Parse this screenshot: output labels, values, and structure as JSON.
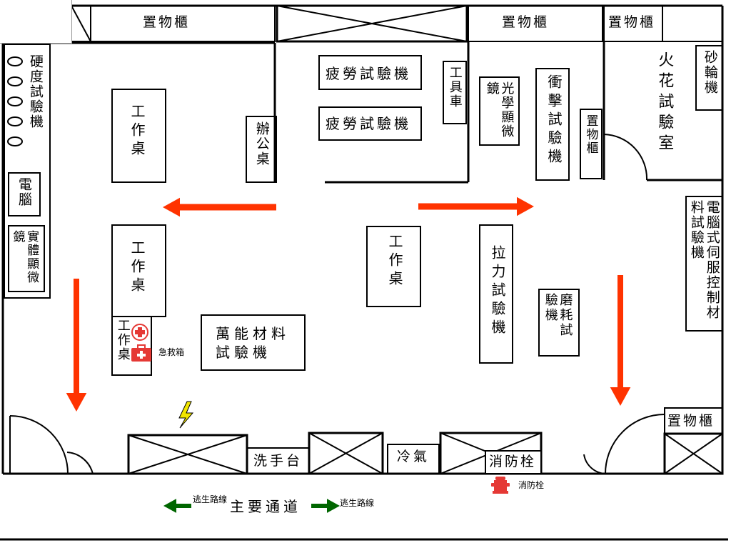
{
  "labels": {
    "storage_top_1": "置物櫃",
    "storage_top_2": "置物櫃",
    "storage_top_3": "置物櫃",
    "storage_right_bottom": "置物櫃",
    "storage_mid": "置物櫃",
    "hardness_tester": "硬度試驗機",
    "computer": "電腦",
    "physical_microscope": "實體顯微鏡",
    "workbench_1": "工作桌",
    "workbench_2": "工作桌",
    "workbench_3": "工作桌",
    "workbench_4": "工作桌",
    "office_desk": "辦公桌",
    "fatigue_1": "疲勞試驗機",
    "fatigue_2": "疲勞試驗機",
    "tool_cart": "工具車",
    "optical_microscope": "光學顯微鏡",
    "impact_tester": "衝擊試驗機",
    "spark_room": "火花試驗室",
    "grinding_wheel": "砂輪機",
    "servo_tester": "電腦式伺服控制材料試驗機",
    "universal_tester": "萬能材料試驗機",
    "tensile_tester": "拉力試驗機",
    "wear_tester": "磨耗試驗機",
    "sink": "洗手台",
    "aircon": "冷氣",
    "fire_hydrant": "消防栓",
    "main_corridor": "主要通道"
  },
  "legend": {
    "first_aid": "急救箱",
    "hydrant": "消防栓",
    "escape_left": "逃生路線",
    "escape_right": "逃生路線"
  },
  "colors": {
    "escape_arrow": "#ff3300",
    "corridor_arrow": "#006600",
    "first_aid": "#e53935",
    "hydrant": "#e53935",
    "electric": "#f2e600"
  }
}
